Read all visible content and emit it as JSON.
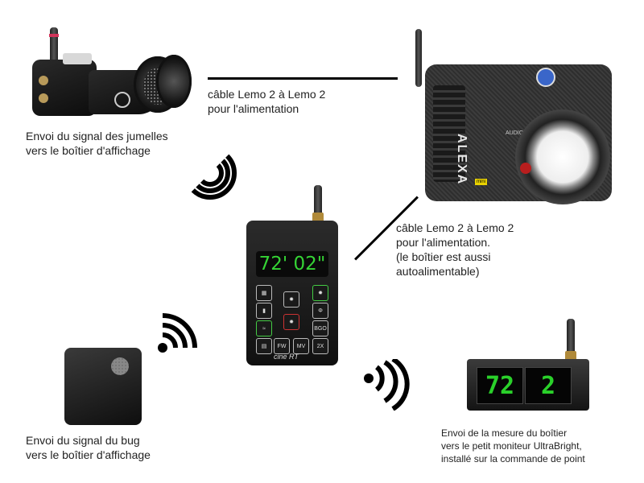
{
  "captions": {
    "binoculars": "Envoi du signal des jumelles\nvers le boîtier d'affichage",
    "cable_top": "câble Lemo 2 à Lemo 2\npour l'alimentation",
    "cable_middle": "câble Lemo 2 à Lemo 2\npour l'alimentation.\n(le boîtier est aussi\nautoalimentable)",
    "bug": "Envoi du signal du bug\nvers le boîtier d'affichage",
    "monitor": "Envoi de la mesure du boîtier\nvers le petit moniteur UltraBright,\ninstallé sur la commande de point"
  },
  "handset": {
    "display": "72' 02\"",
    "brand": "cine RT",
    "buttons": {
      "fw": "FW",
      "mv": "MV",
      "two_x": "2X",
      "bgo": "BGO"
    }
  },
  "camera": {
    "brand": "ALEXA",
    "audio_label": "AUDIO",
    "mini_label": "mini"
  },
  "monitor": {
    "left_digits": "72",
    "right_digits": "2"
  },
  "icons": {
    "wireless": "wifi-signal-icon"
  },
  "colors": {
    "display_green": "#35d435",
    "antenna_ring": "#d2345a",
    "antenna_gold": "#b08a3a"
  }
}
